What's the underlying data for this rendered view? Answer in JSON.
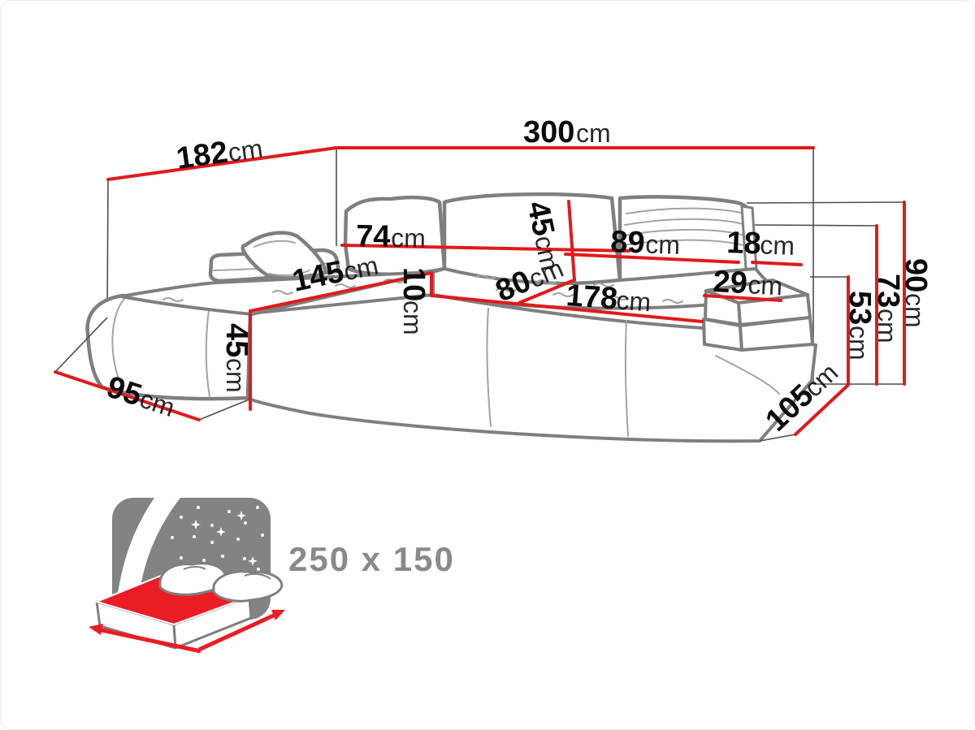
{
  "diagram": {
    "type": "corner-sofa-dimension-diagram",
    "colors": {
      "dimension_line": "#df1b1d",
      "sofa_outline": "#7f7f7f",
      "label_text": "#0c0c0c",
      "extension_line": "#4d4d4d",
      "icon_gray": "#838383",
      "mattress_red": "#ec1c24",
      "sleeping_text": "#8a8a8a"
    },
    "dimensions": {
      "depth_total": {
        "value": "182",
        "unit": "cm"
      },
      "width_total": {
        "value": "300",
        "unit": "cm"
      },
      "backrest_cushion_width": {
        "value": "74",
        "unit": "cm"
      },
      "chaise_length": {
        "value": "145",
        "unit": "cm"
      },
      "backrest_cushion_height": {
        "value": "45",
        "unit": "cm"
      },
      "right_backrest_width": {
        "value": "89",
        "unit": "cm"
      },
      "headrest_width": {
        "value": "18",
        "unit": "cm"
      },
      "armrest_width": {
        "value": "29",
        "unit": "cm"
      },
      "seat_depth": {
        "value": "80",
        "unit": "cm"
      },
      "seat_front_length": {
        "value": "178",
        "unit": "cm"
      },
      "seat_edge_height": {
        "value": "10",
        "unit": "cm"
      },
      "seat_height": {
        "value": "45",
        "unit": "cm"
      },
      "chaise_front_width": {
        "value": "95",
        "unit": "cm"
      },
      "side_depth": {
        "value": "105",
        "unit": "cm"
      },
      "armrest_height": {
        "value": "53",
        "unit": "cm"
      },
      "backrest_height": {
        "value": "73",
        "unit": "cm"
      },
      "total_height": {
        "value": "90",
        "unit": "cm"
      }
    },
    "sleeping_area": {
      "label": "250 x 150"
    }
  }
}
